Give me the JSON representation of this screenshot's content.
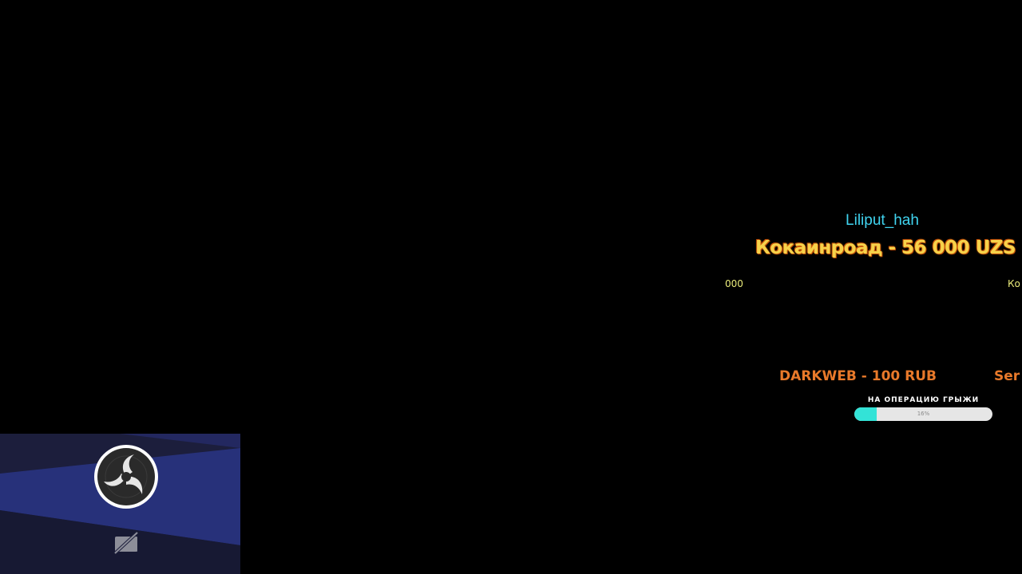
{
  "alert": {
    "donor_name": "Liliput_hah",
    "donation_text": "Кокаинроад - 56 000 UZS"
  },
  "tickers": {
    "line1_left_fragment": "000",
    "line1_right_fragment": "Ко",
    "line2_main": "DARKWEB - 100 RUB",
    "line2_right_fragment": "Ser"
  },
  "goal": {
    "title": "НА ОПЕРАЦИЮ ГРЫЖИ",
    "percent_label": "16%",
    "progress_fraction": 0.16
  },
  "obs_placeholder": {
    "logo_icon": "obs-logo-icon",
    "camera_icon": "camera-off-icon"
  },
  "colors": {
    "background": "#000000",
    "donor_name": "#40d4f0",
    "donation_text": "#f6d24a",
    "ticker_small": "#e9ea7a",
    "ticker_large": "#e8792a",
    "goal_fill": "#33e3d7",
    "goal_track": "#e6e6e6",
    "obs_panel_dark": "#1c1e3c",
    "obs_panel_blue": "#27317a"
  }
}
